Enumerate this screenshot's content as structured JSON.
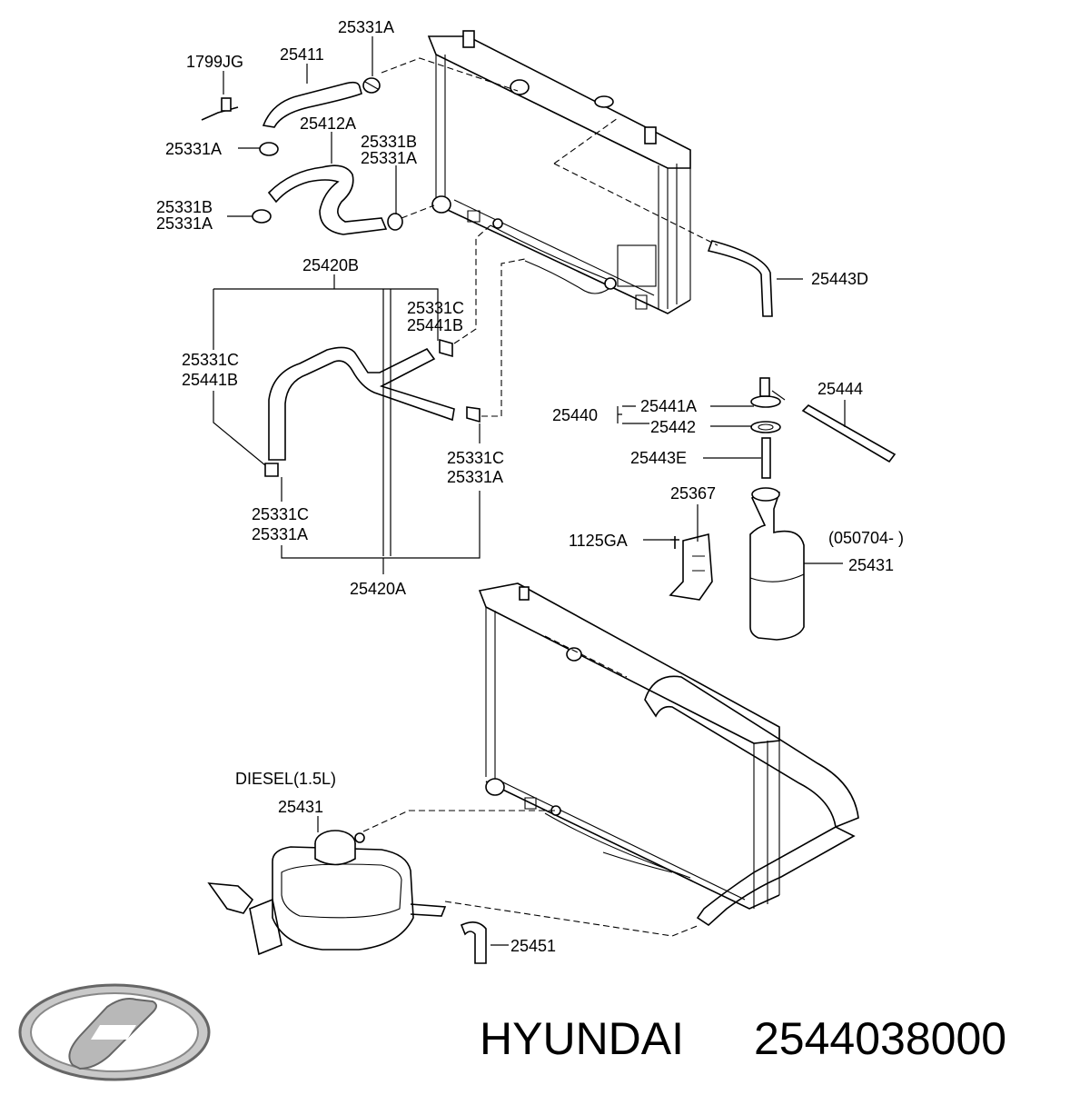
{
  "labels": {
    "l_1799JG": "1799JG",
    "l_25411": "25411",
    "l_25331A_top": "25331A",
    "l_25331A_hose1": "25331A",
    "l_25412A": "25412A",
    "l_25331B_r": "25331B",
    "l_25331A_r": "25331A",
    "l_25331B_l": "25331B",
    "l_25331A_l": "25331A",
    "l_25420B": "25420B",
    "l_25331C_ur": "25331C",
    "l_25441B_ur": "25441B",
    "l_25331C_ul": "25331C",
    "l_25441B_ul": "25441B",
    "l_25331C_lr": "25331C",
    "l_25331A_lr": "25331A",
    "l_25331C_ll": "25331C",
    "l_25331A_ll": "25331A",
    "l_25420A": "25420A",
    "l_25443D": "25443D",
    "l_25440": "25440",
    "l_25441A": "25441A",
    "l_25442": "25442",
    "l_25444": "25444",
    "l_25443E": "25443E",
    "l_25367": "25367",
    "l_1125GA": "1125GA",
    "l_050704": "(050704- )",
    "l_25431_top": "25431",
    "l_diesel": "DIESEL(1.5L)",
    "l_25431_bot": "25431",
    "l_25451": "25451"
  },
  "footer": {
    "brand": "HYUNDAI",
    "part_number": "2544038000",
    "logo_name": "hyundai-logo"
  }
}
